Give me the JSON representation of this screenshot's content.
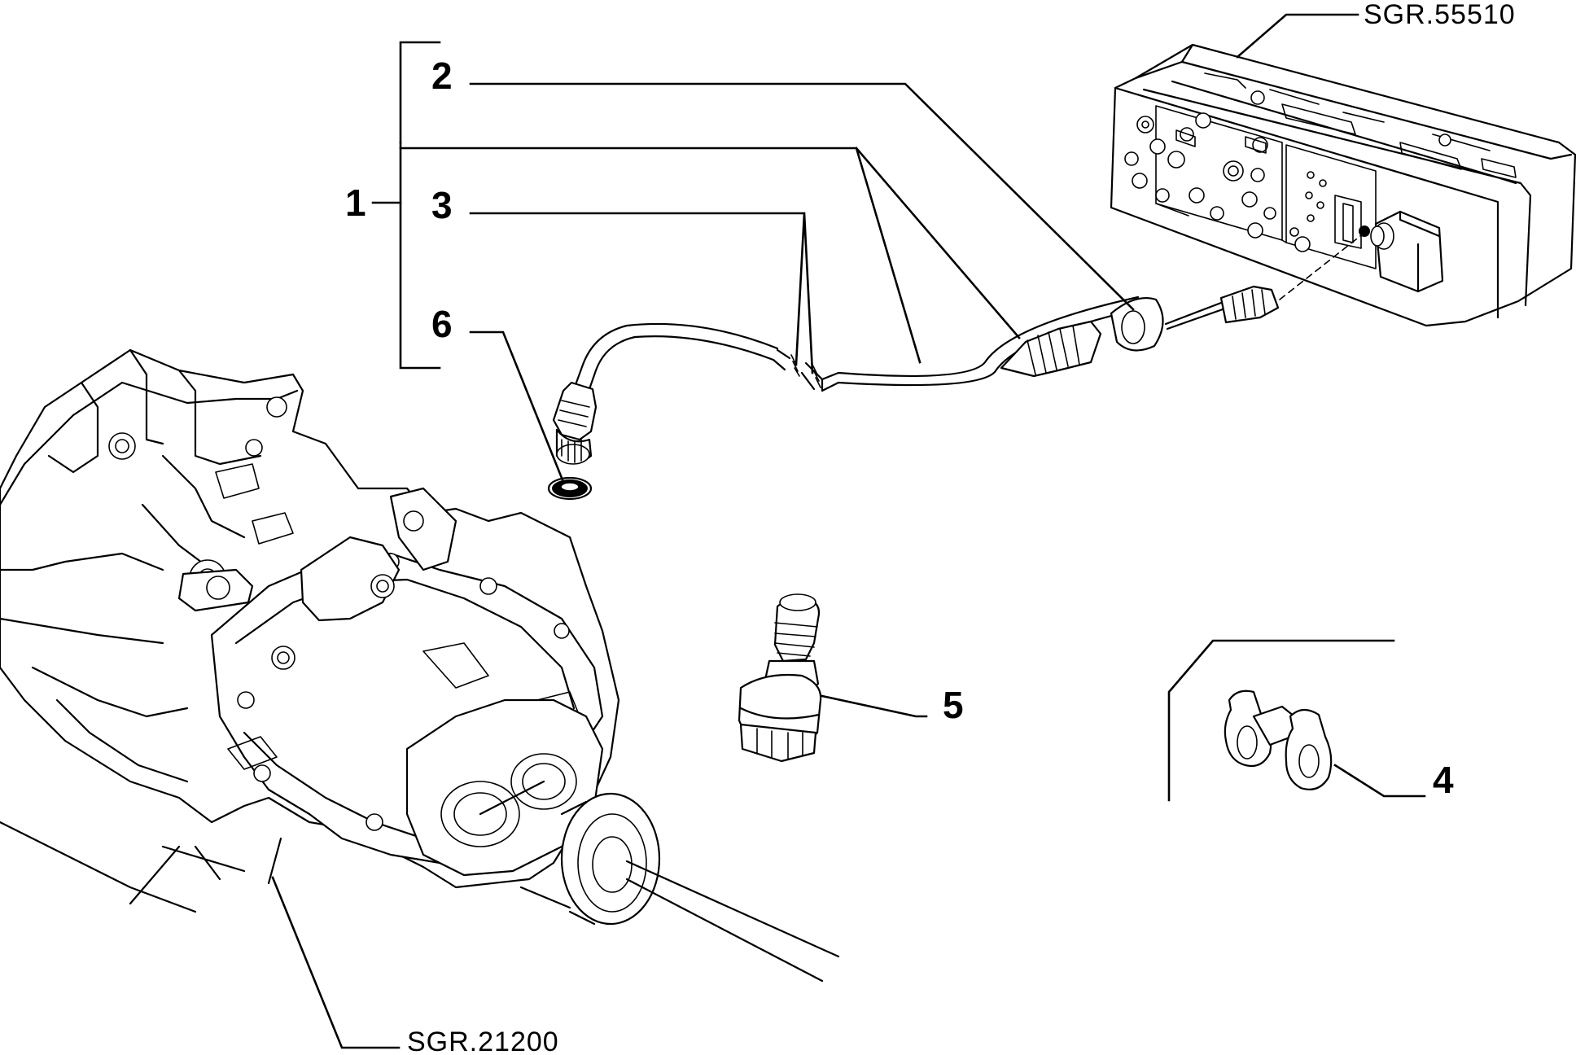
{
  "callouts": {
    "c1": "1",
    "c2": "2",
    "c3": "3",
    "c4": "4",
    "c5": "5",
    "c6": "6"
  },
  "references": {
    "instrument_panel": "SGR.55510",
    "gearbox": "SGR.21200"
  }
}
